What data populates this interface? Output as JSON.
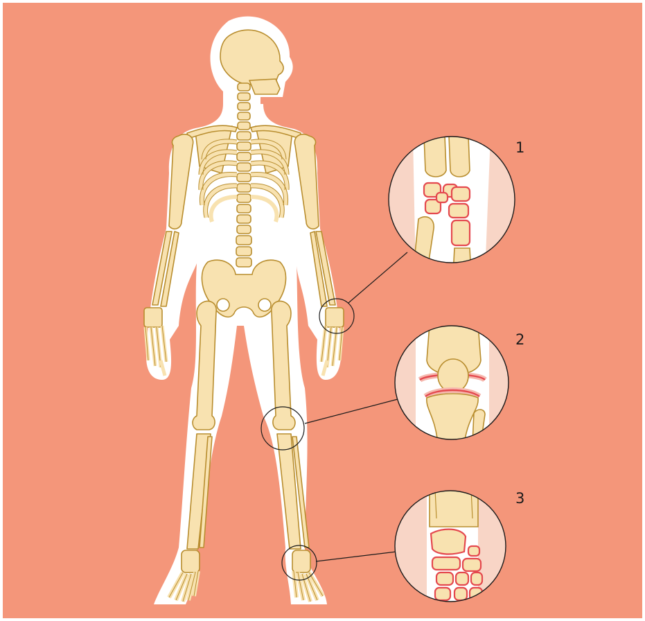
{
  "colors": {
    "background": "#F4967A",
    "silhouette": "#FFFFFF",
    "bone_fill": "#F8E2B0",
    "bone_stroke": "#B88D2E",
    "inflammation": "#E4484E",
    "inflammation_glow": "#F6B8AE",
    "zoom_skin": "#F8D5C6",
    "leader_line": "#1A1A1A"
  },
  "callouts": [
    {
      "number": "1",
      "region": "wrist"
    },
    {
      "number": "2",
      "region": "knee"
    },
    {
      "number": "3",
      "region": "ankle"
    }
  ]
}
